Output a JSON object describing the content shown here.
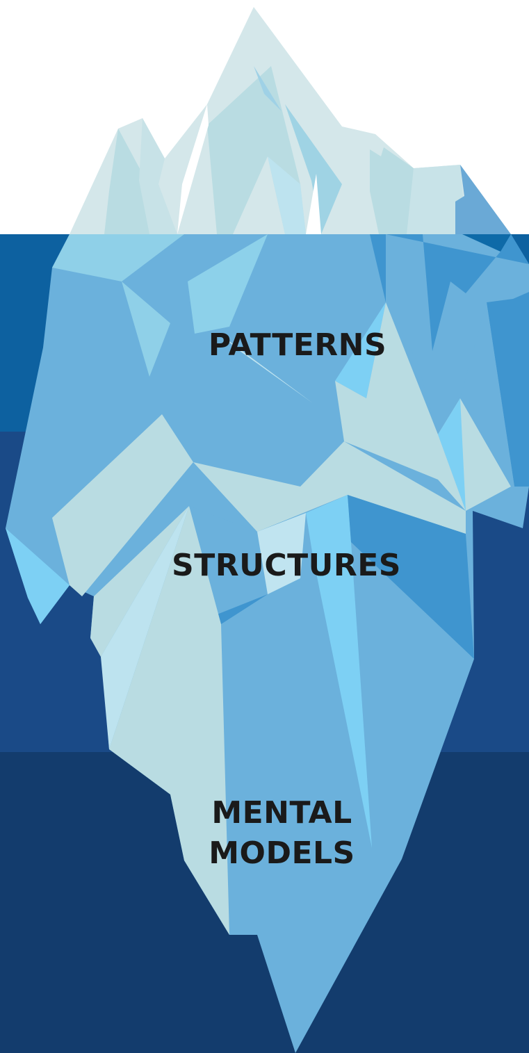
{
  "layers": [
    {
      "id": "patterns",
      "lines": [
        "PATTERNS"
      ]
    },
    {
      "id": "structures",
      "lines": [
        "STRUCTURES"
      ]
    },
    {
      "id": "mental",
      "lines": [
        "MENTAL",
        "MODELS"
      ]
    }
  ],
  "colors": {
    "sky": "#ffffff",
    "water_band_1": "#0d61a0",
    "water_band_2": "#1a4a87",
    "water_band_3": "#133c6d",
    "ice_light": "#d4e7ea",
    "ice_pale": "#b9dce2",
    "ice_mid": "#6bb1dc",
    "ice_bright": "#7dd0f4",
    "ice_deep": "#3f95cf",
    "label_text": "#1a1a1a"
  }
}
